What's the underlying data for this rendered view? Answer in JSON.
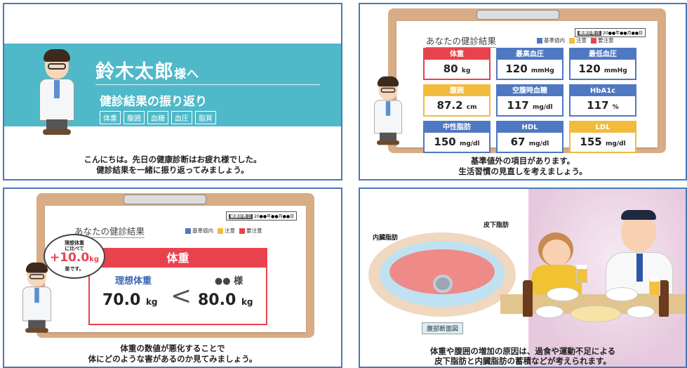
{
  "panel1": {
    "name_title": "鈴木太郎",
    "name_suffix": "様へ",
    "subtitle": "健診結果の振り返り",
    "tags": [
      "体重",
      "腹囲",
      "血糖",
      "血圧",
      "脂質"
    ],
    "caption_line1": "こんにちは。先日の健康診断はお疲れ様でした。",
    "caption_line2": "健診結果を一緒に振り返ってみましょう。"
  },
  "panel2": {
    "results_title": "あなたの健診結果",
    "date_badge": "健康診断日",
    "date_text": "20●●年●●月●●日",
    "legend": {
      "normal": "基準値内",
      "caution": "注意",
      "warning": "要注意"
    },
    "cells": [
      {
        "label": "体重",
        "value": "80",
        "unit": "kg",
        "status": "warning"
      },
      {
        "label": "最高血圧",
        "value": "120",
        "unit": "mmHg",
        "status": "normal"
      },
      {
        "label": "最低血圧",
        "value": "120",
        "unit": "mmHg",
        "status": "normal"
      },
      {
        "label": "腹囲",
        "value": "87.2",
        "unit": "cm",
        "status": "caution"
      },
      {
        "label": "空腹時血糖",
        "value": "117",
        "unit": "mg/dl",
        "status": "normal"
      },
      {
        "label": "HbA1c",
        "value": "117",
        "unit": "%",
        "status": "normal"
      },
      {
        "label": "中性脂肪",
        "value": "150",
        "unit": "mg/dl",
        "status": "normal"
      },
      {
        "label": "HDL",
        "value": "67",
        "unit": "mg/dl",
        "status": "normal"
      },
      {
        "label": "LDL",
        "value": "155",
        "unit": "mg/dl",
        "status": "caution"
      }
    ],
    "caption_line1": "基準値外の項目があります。",
    "caption_line2": "生活習慣の見直しを考えましょう。"
  },
  "panel3": {
    "results_title": "あなたの健診結果",
    "date_badge": "健康診断日",
    "date_text": "20●●年●●月●●日",
    "legend": {
      "normal": "基準値内",
      "caution": "注意",
      "warning": "要注意"
    },
    "box_title": "体重",
    "ideal_label": "理想体重",
    "ideal_value": "70.0",
    "ideal_unit": "kg",
    "user_label": "●● 様",
    "user_value": "80.0",
    "user_unit": "kg",
    "compare_symbol": "<",
    "bubble_line1": "理想体重",
    "bubble_line2": "に比べて",
    "bubble_value": "+10.0",
    "bubble_unit": "kg",
    "bubble_line3": "差です。",
    "caption_line1": "体重の数値が悪化することで",
    "caption_line2": "体にどのような害があるのか見てみましょう。"
  },
  "panel4": {
    "label_visceral": "内臓脂肪",
    "label_subcutaneous": "皮下脂肪",
    "label_cross_section": "腹部断面図",
    "caption_line1": "体重や腹囲の増加の原因は、過食や運動不足による",
    "caption_line2": "皮下脂肪と内臓脂肪の蓄積などが考えられます。"
  },
  "colors": {
    "frame": "#4a78b8",
    "band": "#4fb9c9",
    "warning": "#e8434d",
    "normal": "#4f78c2",
    "caution": "#f3bb3c"
  }
}
